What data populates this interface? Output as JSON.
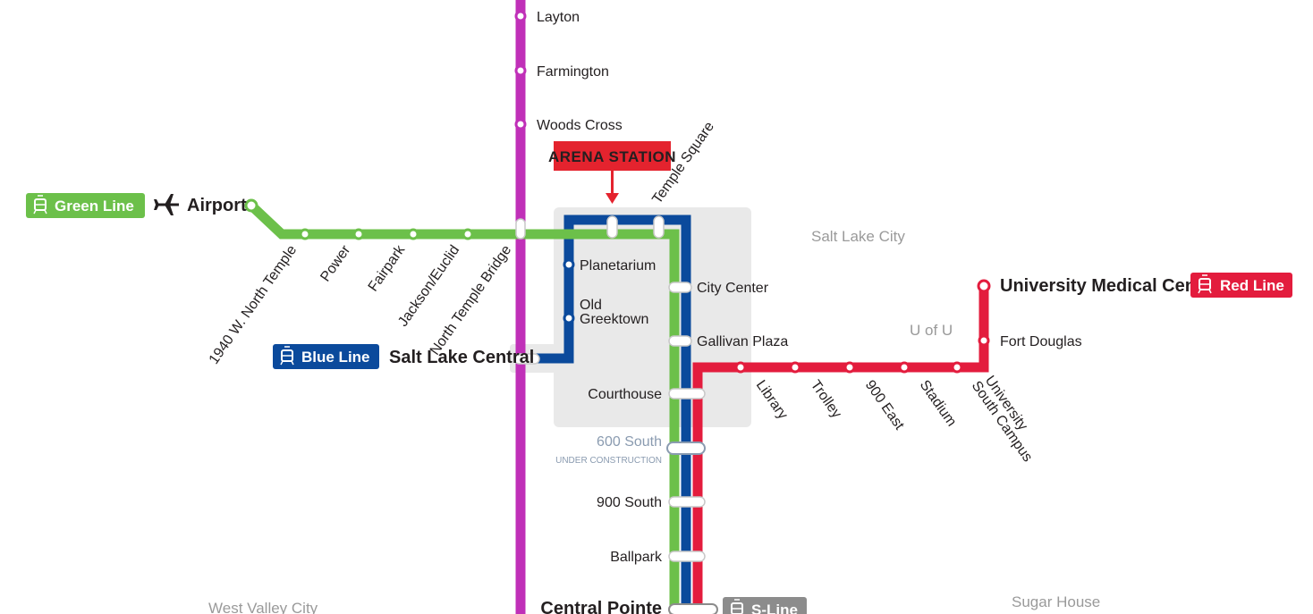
{
  "colors": {
    "green": "#6cc04a",
    "blue": "#0b4a9c",
    "red": "#e31c3d",
    "purple": "#c030b8",
    "sline": "#8c8c8c",
    "downtown_box": "#e9e9e9",
    "arena_tag": "#e4232e"
  },
  "areas": {
    "salt_lake_city": "Salt Lake City",
    "u_of_u": "U of U",
    "west_valley_city": "West Valley City",
    "sugar_house": "Sugar House"
  },
  "lines": {
    "green": "Green Line",
    "blue": "Blue Line",
    "red": "Red Line",
    "s_line": "S-Line"
  },
  "callout": {
    "arena": "ARENA STATION"
  },
  "stations": {
    "layton": "Layton",
    "farmington": "Farmington",
    "woods_cross": "Woods Cross",
    "airport": "Airport",
    "north_temple_1940": "1940 W. North Temple",
    "power": "Power",
    "fairpark": "Fairpark",
    "jackson_euclid": "Jackson/Euclid",
    "north_temple_bridge": "North Temple Bridge",
    "temple_square": "Temple Square",
    "planetarium": "Planetarium",
    "old_greektown_1": "Old",
    "old_greektown_2": "Greektown",
    "salt_lake_central": "Salt Lake Central",
    "city_center": "City Center",
    "gallivan_plaza": "Gallivan Plaza",
    "courthouse": "Courthouse",
    "south_600": "600 South",
    "under_construction": "UNDER CONSTRUCTION",
    "south_900": "900 South",
    "ballpark": "Ballpark",
    "central_pointe": "Central Pointe",
    "library": "Library",
    "trolley": "Trolley",
    "east_900": "900 East",
    "stadium": "Stadium",
    "university_south_campus_1": "University",
    "university_south_campus_2": "South Campus",
    "fort_douglas": "Fort Douglas",
    "university_medical_center": "University Medical Center"
  }
}
